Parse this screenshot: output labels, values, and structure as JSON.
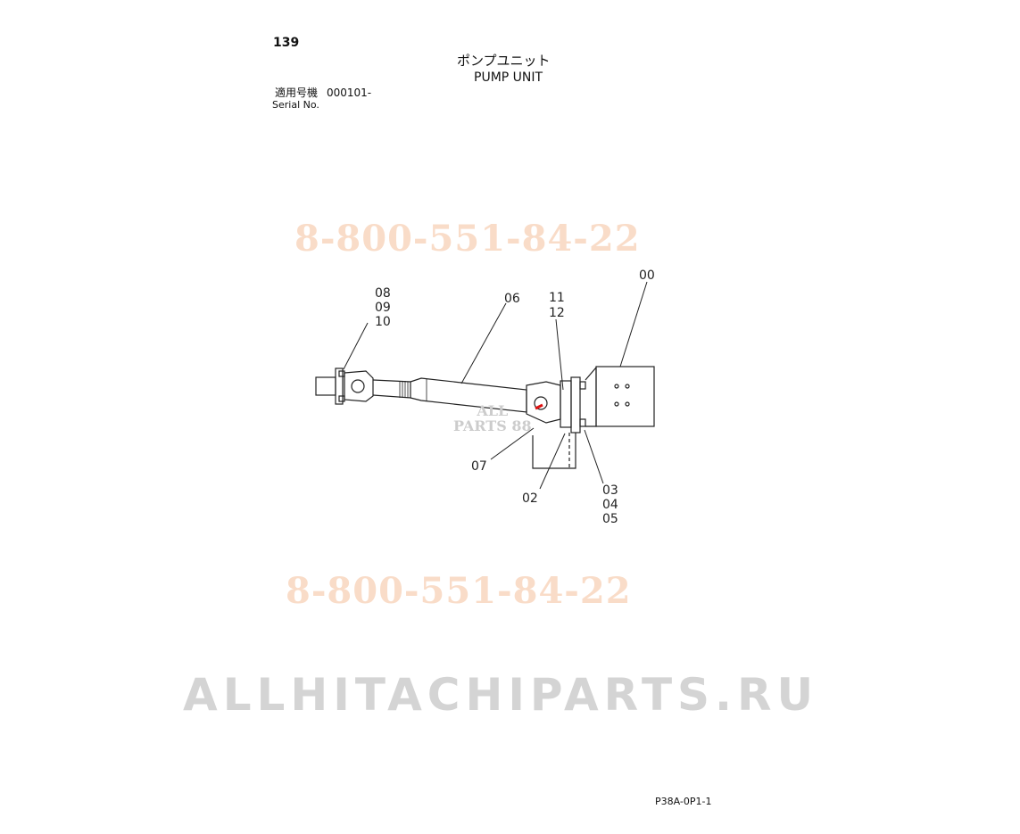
{
  "header": {
    "page_number": "139",
    "title_jp": "ポンプユニット",
    "title_en": "PUMP UNIT",
    "serial_label_jp": "適用号機",
    "serial_value": "000101-",
    "serial_label_en": "Serial No."
  },
  "diagram": {
    "callouts": {
      "c00": "00",
      "c02": "02",
      "c03": "03",
      "c04": "04",
      "c05": "05",
      "c06": "06",
      "c07": "07",
      "c08": "08",
      "c09": "09",
      "c10": "10",
      "c11": "11",
      "c12": "12"
    }
  },
  "watermarks": {
    "phone_top": "8-800-551-84-22",
    "phone_bottom": "8-800-551-84-22",
    "site": "ALLHITACHIPARTS.RU",
    "small_line1": "ALL",
    "small_line2": "PARTS 88"
  },
  "footer": {
    "page_code": "P38A-0P1-1"
  },
  "colors": {
    "phone_watermark": "#f9dcc8",
    "site_watermark": "#d4d4d4",
    "line": "#222222"
  }
}
